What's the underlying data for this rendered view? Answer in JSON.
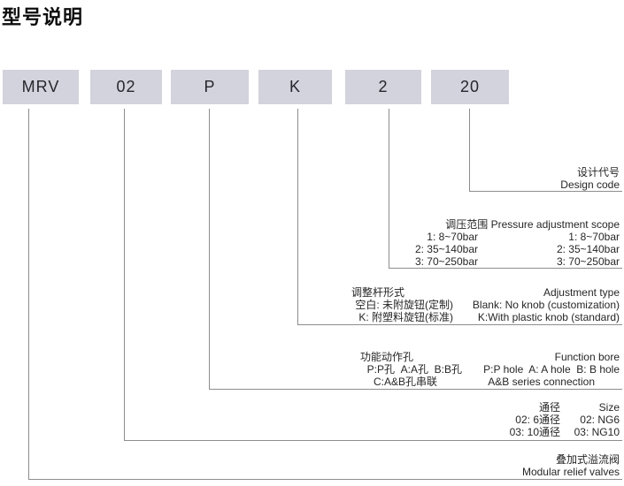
{
  "title": "型号说明",
  "model_boxes": [
    {
      "label": "MRV"
    },
    {
      "label": "02"
    },
    {
      "label": "P"
    },
    {
      "label": "K"
    },
    {
      "label": "2"
    },
    {
      "label": "20"
    }
  ],
  "annotations": {
    "design_code": {
      "cn": "设计代号",
      "en": "Design code"
    },
    "pressure_scope": {
      "header": "调压范围 Pressure adjustment scope",
      "rows": [
        [
          "1: 8~70bar",
          "1: 8~70bar"
        ],
        [
          "2: 35~140bar",
          "2: 35~140bar"
        ],
        [
          "3: 70~250bar",
          "3: 70~250bar"
        ]
      ]
    },
    "adjustment_type": {
      "header_cn": "调整杆形式",
      "header_en": "Adjustment type",
      "rows": [
        [
          "空白: 未附旋钮(定制)",
          "Blank: No knob (customization)"
        ],
        [
          "K: 附塑料旋钮(标准)",
          "K:With plastic knob (standard)"
        ]
      ]
    },
    "function_bore": {
      "header_cn": "功能动作孔",
      "header_en": "Function bore",
      "rows": [
        [
          "P:P孔  A:A孔  B:B孔",
          "P:P hole  A: A hole  B: B hole"
        ],
        [
          "C:A&B孔串联",
          "A&B series connection"
        ]
      ]
    },
    "size": {
      "header_cn": "通径",
      "header_en": "Size",
      "rows": [
        [
          "02: 6通径",
          "02: NG6"
        ],
        [
          "03: 10通径",
          "03: NG10"
        ]
      ]
    },
    "product": {
      "cn": "叠加式溢流阀",
      "en": "Modular relief valves"
    }
  },
  "colors": {
    "box_fill": "#d2d3dc",
    "line": "#8d8d8d",
    "text": "#262626"
  }
}
